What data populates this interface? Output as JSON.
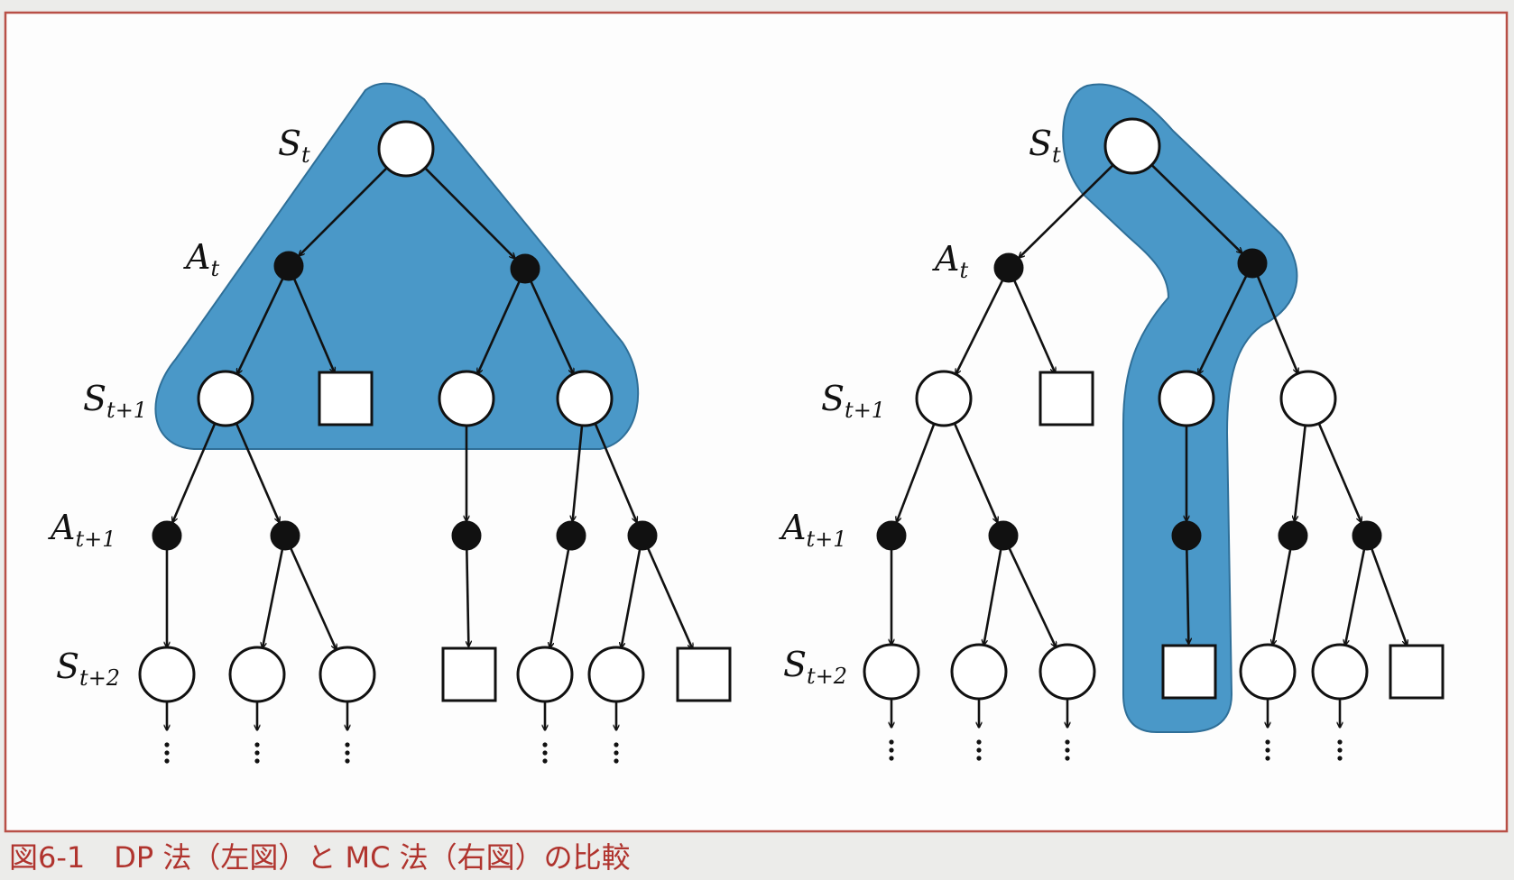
{
  "caption": "図6-1　DP 法（左図）と MC 法（右図）の比較",
  "colors": {
    "highlight": "#4a98c8",
    "frame": "#b85047",
    "caption": "#b0342e",
    "page": "#ececea"
  },
  "labels": {
    "s_t": "S",
    "s_t_sub": "t",
    "a_t": "A",
    "a_t_sub": "t",
    "s_t1": "S",
    "s_t1_sub": "t+1",
    "a_t1": "A",
    "a_t1_sub": "t+1",
    "s_t2": "S",
    "s_t2_sub": "t+2"
  }
}
